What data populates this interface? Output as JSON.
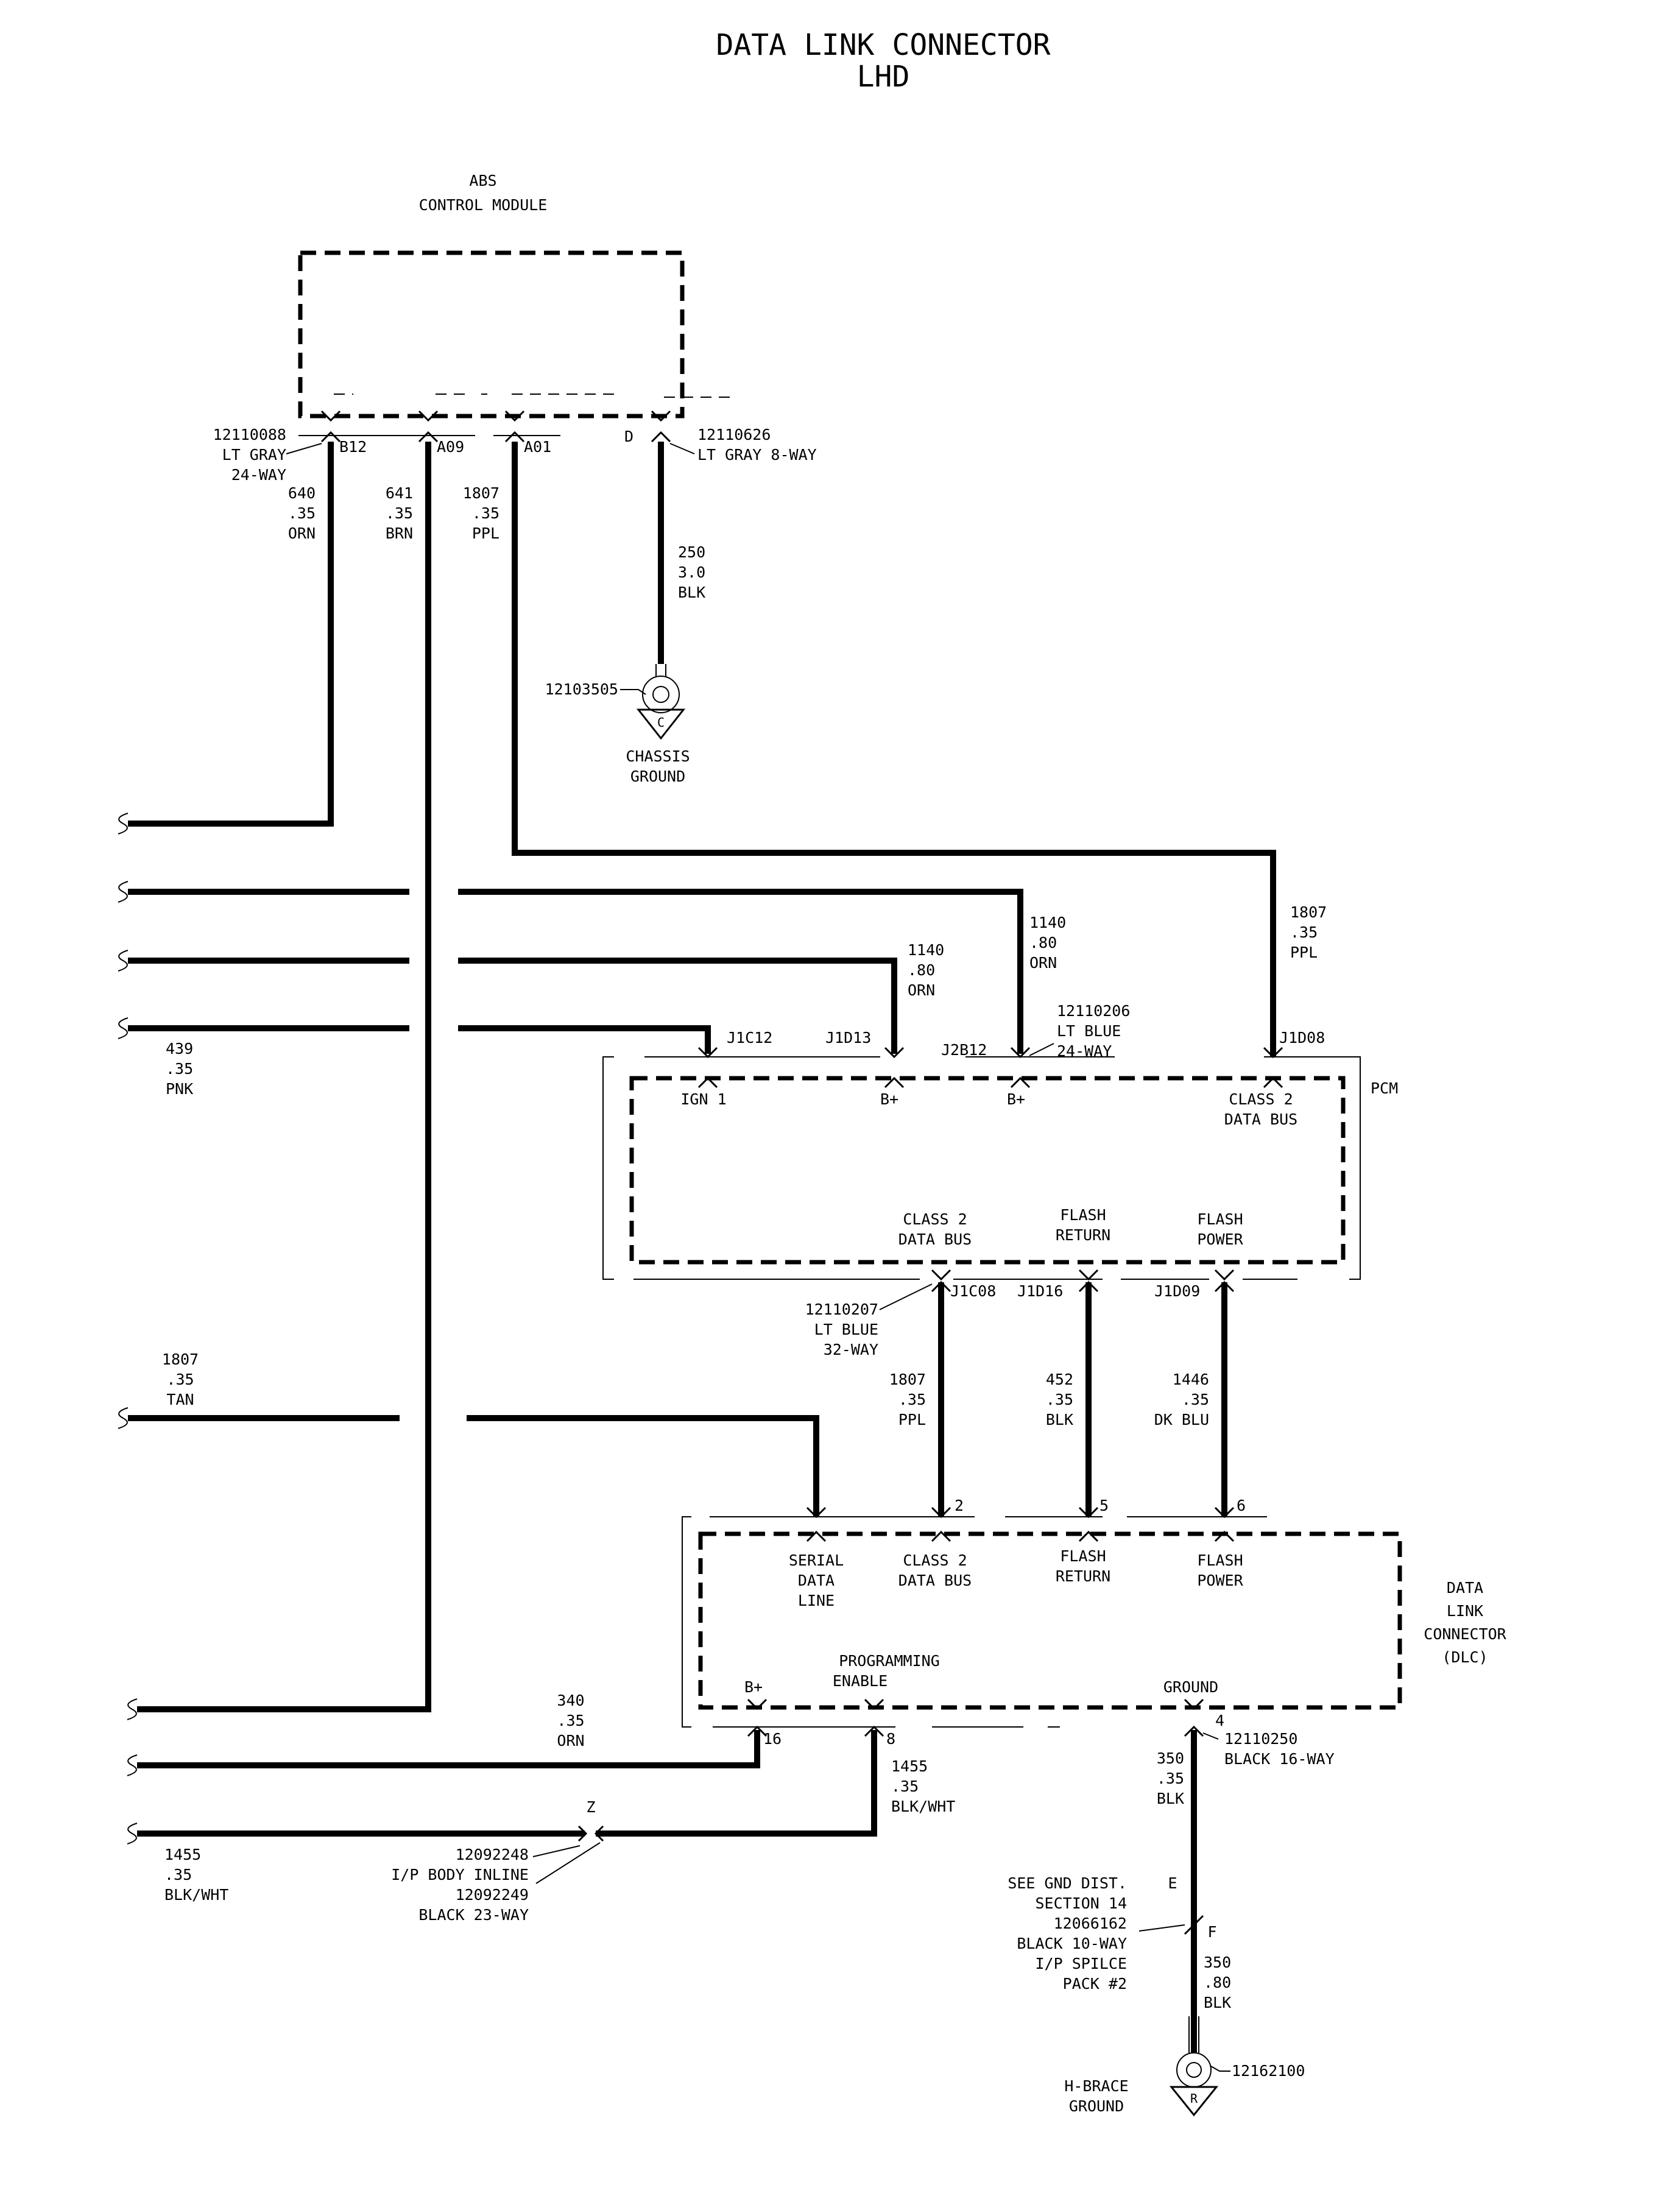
{
  "title": {
    "line1": "DATA LINK CONNECTOR",
    "line2": "LHD"
  },
  "abs_module": {
    "name_line1": "ABS",
    "name_line2": "CONTROL MODULE",
    "connector_left": {
      "part": "12110088",
      "desc_line1": "LT GRAY",
      "desc_line2": "24-WAY"
    },
    "connector_right": {
      "part": "12110626",
      "desc": "LT GRAY 8-WAY"
    },
    "pins": [
      "B12",
      "A09",
      "A01",
      "D"
    ]
  },
  "wires": {
    "w640": [
      "640",
      ".35",
      "ORN"
    ],
    "w641": [
      "641",
      ".35",
      "BRN"
    ],
    "w1807_top": [
      "1807",
      ".35",
      "PPL"
    ],
    "w250": [
      "250",
      "3.0",
      "BLK"
    ],
    "w1807_right": [
      "1807",
      ".35",
      "PPL"
    ],
    "w1140_a": [
      "1140",
      ".80",
      "ORN"
    ],
    "w1140_b": [
      "1140",
      ".80",
      "ORN"
    ],
    "w439": [
      "439",
      ".35",
      "PNK"
    ],
    "w1807_tan": [
      "1807",
      ".35",
      "TAN"
    ],
    "w1807_mid": [
      "1807",
      ".35",
      "PPL"
    ],
    "w452": [
      "452",
      ".35",
      "BLK"
    ],
    "w1446": [
      "1446",
      ".35",
      "DK BLU"
    ],
    "w340": [
      "340",
      ".35",
      "ORN"
    ],
    "w1455_right": [
      "1455",
      ".35",
      "BLK/WHT"
    ],
    "w1455_left": [
      "1455",
      ".35",
      "BLK/WHT"
    ],
    "w350_top": [
      "350",
      ".35",
      "BLK"
    ],
    "w350_bottom": [
      "350",
      ".80",
      "BLK"
    ]
  },
  "chassis_ground": {
    "part": "12103505",
    "letter": "C",
    "label_line1": "CHASSIS",
    "label_line2": "GROUND"
  },
  "pcm": {
    "name": "PCM",
    "connector_top": {
      "part": "12110206",
      "desc_line1": "LT BLUE",
      "desc_line2": "24-WAY"
    },
    "connector_bottom": {
      "part": "12110207",
      "desc_line1": "LT BLUE",
      "desc_line2": "32-WAY"
    },
    "top_pins": [
      "J1C12",
      "J1D13",
      "J2B12",
      "J1D08"
    ],
    "bottom_pins": [
      "J1C08",
      "J1D16",
      "J1D09"
    ],
    "inside_top": {
      "ign": "IGN 1",
      "bplus1": "B+",
      "bplus2": "B+",
      "class2_line1": "CLASS 2",
      "class2_line2": "DATA BUS"
    },
    "inside_bottom": {
      "class2_line1": "CLASS 2",
      "class2_line2": "DATA BUS",
      "flashret_line1": "FLASH",
      "flashret_line2": "RETURN",
      "flashpow_line1": "FLASH",
      "flashpow_line2": "POWER"
    }
  },
  "dlc": {
    "name_line1": "DATA",
    "name_line2": "LINK",
    "name_line3": "CONNECTOR",
    "name_line4": "(DLC)",
    "top_pins": [
      "2",
      "5",
      "6"
    ],
    "bottom_pins": [
      "16",
      "8",
      "4"
    ],
    "connector": {
      "part": "12110250",
      "desc": "BLACK 16-WAY"
    },
    "inside_top": {
      "serial_line1": "SERIAL",
      "serial_line2": "DATA",
      "serial_line3": "LINE",
      "class2_line1": "CLASS 2",
      "class2_line2": "DATA BUS",
      "flashret_line1": "FLASH",
      "flashret_line2": "RETURN",
      "flashpow_line1": "FLASH",
      "flashpow_line2": "POWER"
    },
    "inside_bottom": {
      "bplus": "B+",
      "prog_line1": "PROGRAMMING",
      "prog_line2": "ENABLE",
      "ground": "GROUND"
    }
  },
  "inline_connector": {
    "letter": "Z",
    "line1": "12092248",
    "line2": "I/P BODY INLINE",
    "line3": "12092249",
    "line4": "BLACK 23-WAY"
  },
  "splice_pack": {
    "letter_e": "E",
    "letter_f": "F",
    "line1": "SEE GND DIST.",
    "line2": "SECTION 14",
    "line3": "12066162",
    "line4": "BLACK 10-WAY",
    "line5": "I/P SPILCE",
    "line6": "PACK #2"
  },
  "hbrace_ground": {
    "part": "12162100",
    "letter": "R",
    "label_line1": "H-BRACE",
    "label_line2": "GROUND"
  }
}
